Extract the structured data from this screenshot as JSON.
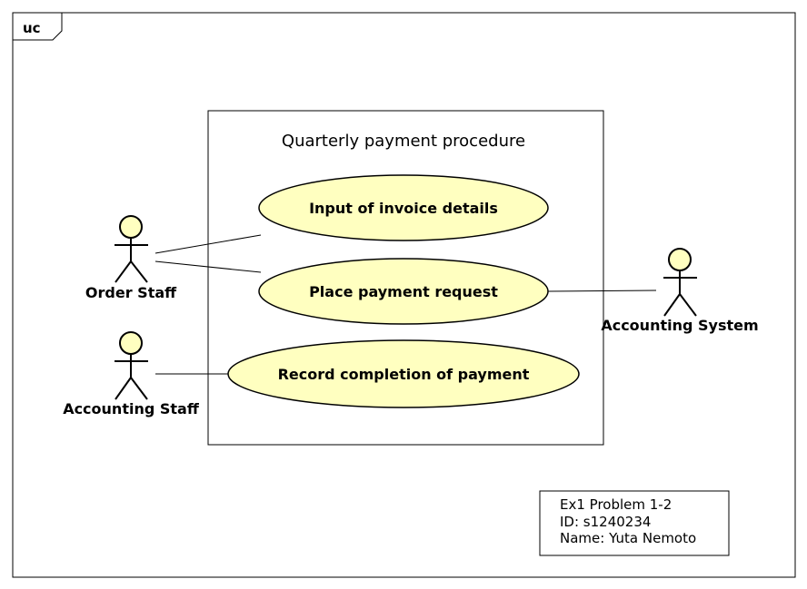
{
  "frame": {
    "tag": "uc"
  },
  "system": {
    "title": "Quarterly payment procedure"
  },
  "use_cases": [
    {
      "label": "Input of invoice details"
    },
    {
      "label": "Place payment request"
    },
    {
      "label": "Record completion of payment"
    }
  ],
  "actors": [
    {
      "label": "Order Staff"
    },
    {
      "label": "Accounting Staff"
    },
    {
      "label": "Accounting System"
    }
  ],
  "note": {
    "lines": [
      "Ex1 Problem 1-2",
      "ID: s1240234",
      "Name: Yuta Nemoto"
    ]
  },
  "colors": {
    "use_case_fill": "#ffffc0",
    "actor_head_fill": "#ffffc0",
    "line": "#000000"
  }
}
